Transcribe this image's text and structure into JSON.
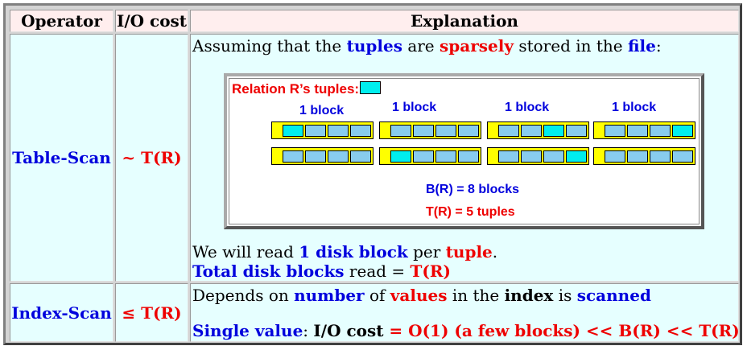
{
  "headers": {
    "operator": "Operator",
    "io_cost": "I/O cost",
    "explanation": "Explanation"
  },
  "row1": {
    "operator": "Table-Scan",
    "cost": "~ T(R)",
    "intro": {
      "p1": "Assuming that the ",
      "tuples": "tuples",
      "p2": " are ",
      "sparsely": "sparsely",
      "p3": " stored in the ",
      "file": "file",
      "p4": ":"
    },
    "diagram": {
      "legend": "Relation R’s tuples:",
      "block_label": "1 block",
      "blocks_row1": [
        [
          1,
          0,
          0,
          0
        ],
        [
          0,
          0,
          0,
          0
        ],
        [
          0,
          0,
          1,
          0
        ],
        [
          0,
          0,
          0,
          1
        ]
      ],
      "blocks_row2": [
        [
          0,
          0,
          0,
          0
        ],
        [
          1,
          0,
          0,
          0
        ],
        [
          0,
          0,
          0,
          1
        ],
        [
          0,
          0,
          0,
          0
        ]
      ],
      "br": "B(R) = 8 blocks",
      "tr": "T(R) = 5 tuples",
      "colors": {
        "tuple": "#00eeee",
        "empty_slot": "#88ccee",
        "block": "#ffff00"
      }
    },
    "line1": {
      "p1": "We will read ",
      "b1": "1 disk block",
      "p2": " per ",
      "r1": "tuple",
      "p3": "."
    },
    "line2": {
      "b1": "Total disk blocks",
      "p1": " read = ",
      "r1": "T(R)"
    }
  },
  "row2": {
    "operator": "Index-Scan",
    "cost": "≤ T(R)",
    "line1": {
      "p1": "Depends on ",
      "b1": "number",
      "p2": " of ",
      "r1": "values",
      "p3": " in the ",
      "k1": "index",
      "p4": " is ",
      "b2": "scanned"
    },
    "line2": {
      "b1": "Single value",
      "p1": ": ",
      "k1": "I/O cost",
      "r1": " = O(1) (a few blocks) << B(R) << T(R)"
    }
  }
}
